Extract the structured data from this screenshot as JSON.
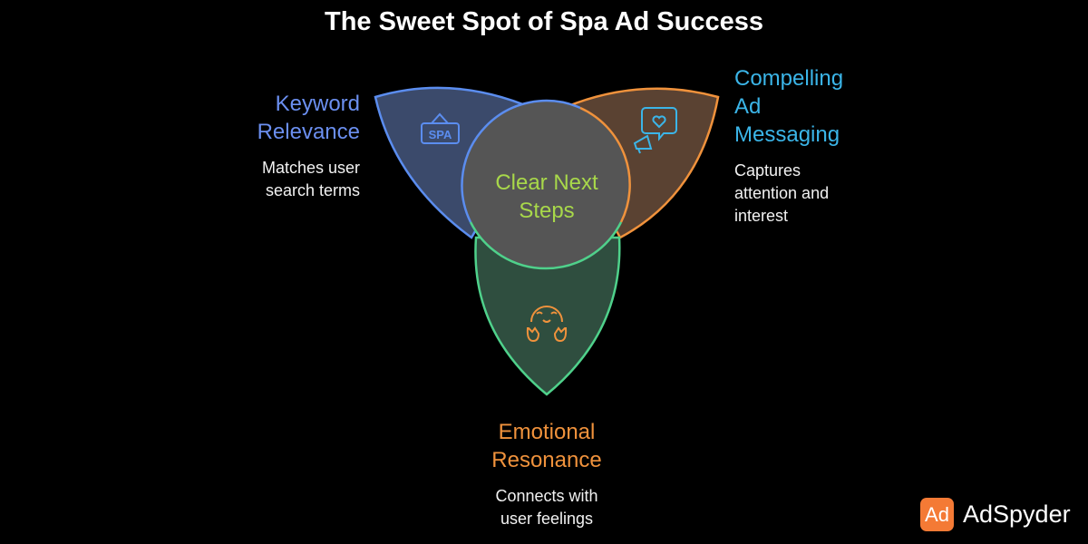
{
  "title": "The Sweet Spot of Spa Ad Success",
  "center": {
    "label_line1": "Clear Next",
    "label_line2": "Steps",
    "color": "#a8d84a"
  },
  "sections": [
    {
      "heading_line1": "Keyword",
      "heading_line2": "Relevance",
      "desc_line1": "Matches user",
      "desc_line2": "search terms",
      "color": "#6b8ff0",
      "icon": "spa-sign-icon"
    },
    {
      "heading_line1": "Compelling",
      "heading_line2": "Ad",
      "heading_line3": "Messaging",
      "desc_line1": "Captures",
      "desc_line2": "attention and",
      "desc_line3": "interest",
      "color": "#3bb5e8",
      "icon": "megaphone-heart-icon"
    },
    {
      "heading_line1": "Emotional",
      "heading_line2": "Resonance",
      "desc_line1": "Connects with",
      "desc_line2": "user feelings",
      "color": "#f0923c",
      "icon": "hugging-face-icon"
    }
  ],
  "icon_text": "SPA",
  "brand": {
    "logo_mark": "Ad",
    "name": "AdSpyder",
    "color": "#f47a35"
  }
}
